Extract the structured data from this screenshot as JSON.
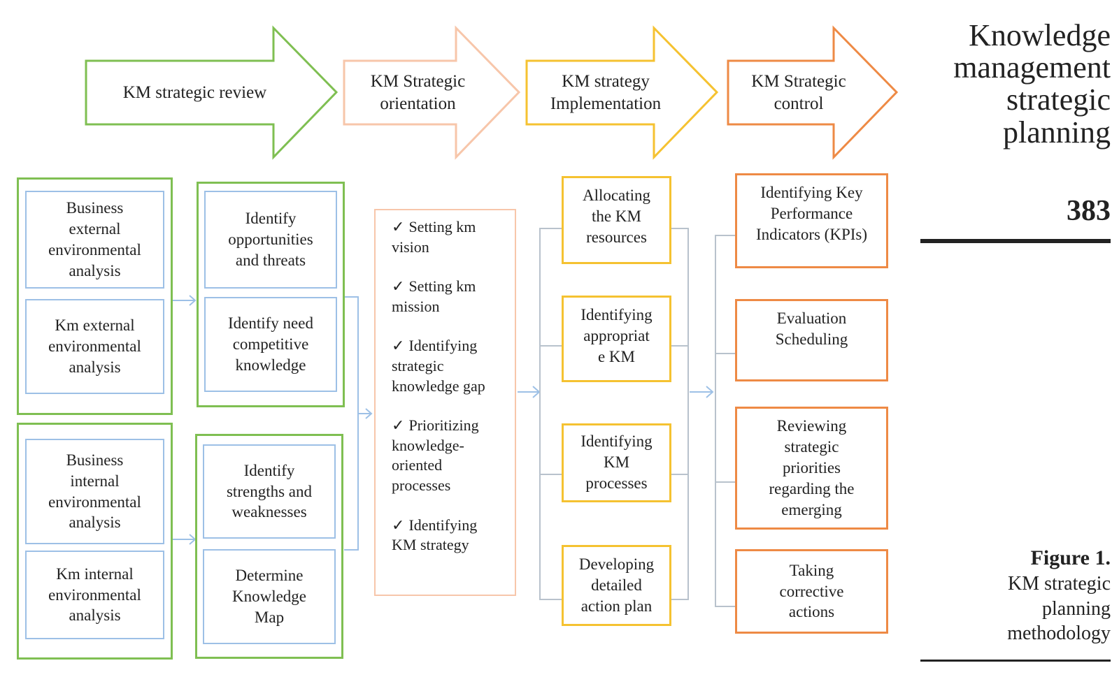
{
  "sidebar": {
    "title": "Knowledge\nmanagement\nstrategic\nplanning",
    "page_number": "383",
    "figure_label": "Figure 1.",
    "figure_caption": "KM strategic\nplanning\nmethodology"
  },
  "stages": [
    {
      "label": "KM strategic review",
      "color": "#7fbf52"
    },
    {
      "label": "KM Strategic\norientation",
      "color": "#f7c6aa"
    },
    {
      "label": "KM strategy\nImplementation",
      "color": "#f5c231"
    },
    {
      "label": "KM Strategic\ncontrol",
      "color": "#ee8a45"
    }
  ],
  "review": {
    "external_analysis": [
      "Business\nexternal\nenvironmental\nanalysis",
      "Km external\nenvironmental\nanalysis"
    ],
    "external_outcomes": [
      "Identify\nopportunities\nand threats",
      "Identify need\ncompetitive\nknowledge"
    ],
    "internal_analysis": [
      "Business\ninternal\nenvironmental\nanalysis",
      "Km internal\nenvironmental\nanalysis"
    ],
    "internal_outcomes": [
      "Identify\nstrengths and\nweaknesses",
      "Determine\nKnowledge\nMap"
    ]
  },
  "orientation": {
    "check_icon": "check-icon",
    "items": [
      "Setting km\nvision",
      "Setting km\nmission",
      "Identifying\nstrategic\nknowledge gap",
      "Prioritizing\nknowledge-\noriented\nprocesses",
      "Identifying\nKM strategy"
    ]
  },
  "implementation": {
    "items": [
      "Allocating\nthe KM\nresources",
      "Identifying\nappropriat\ne KM",
      "Identifying\nKM\nprocesses",
      "Developing\ndetailed\naction plan"
    ]
  },
  "control": {
    "items": [
      "Identifying Key\nPerformance\nIndicators (KPIs)",
      "Evaluation\nScheduling",
      "Reviewing\nstrategic\npriorities\nregarding the\nemerging",
      "Taking\ncorrective\nactions"
    ]
  },
  "colors": {
    "review_green": "#7fbf52",
    "analysis_blue": "#9dc0e6",
    "orientation_peach": "#f7c6aa",
    "implementation_yellow": "#f5c231",
    "control_orange": "#ee8a45",
    "connector_gray": "#b8c2cc"
  }
}
